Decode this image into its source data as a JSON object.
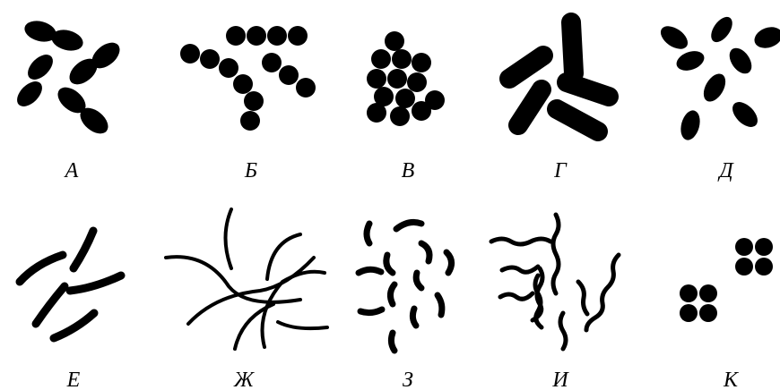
{
  "figure": {
    "panels": [
      {
        "label": "А",
        "shape": "diplococci-oval"
      },
      {
        "label": "Б",
        "shape": "streptococci-chains"
      },
      {
        "label": "В",
        "shape": "staphylococci-cluster"
      },
      {
        "label": "Г",
        "shape": "rods-large"
      },
      {
        "label": "Д",
        "shape": "oval-cells"
      },
      {
        "label": "Е",
        "shape": "curved-rods"
      },
      {
        "label": "Ж",
        "shape": "long-thin-filaments"
      },
      {
        "label": "З",
        "shape": "short-wavy-rods"
      },
      {
        "label": "И",
        "shape": "spirilla"
      },
      {
        "label": "К",
        "shape": "tetrads"
      }
    ],
    "ink_color": "#000000",
    "background": "#ffffff"
  }
}
